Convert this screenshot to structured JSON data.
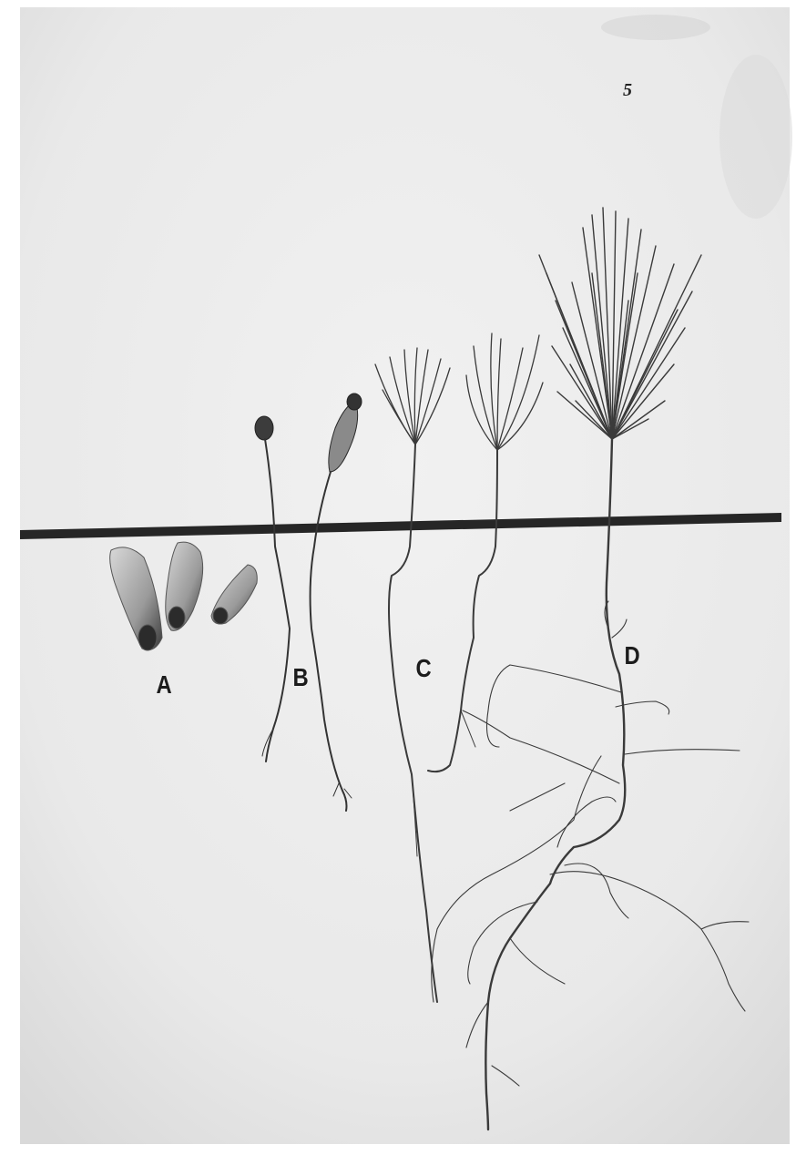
{
  "plate": {
    "page_number": "5",
    "labels": {
      "a": "A",
      "b": "B",
      "c": "C",
      "d": "D"
    },
    "colors": {
      "paper": "#ebebeb",
      "ink": "#2a2a2a",
      "soil_line": "#262626"
    }
  }
}
